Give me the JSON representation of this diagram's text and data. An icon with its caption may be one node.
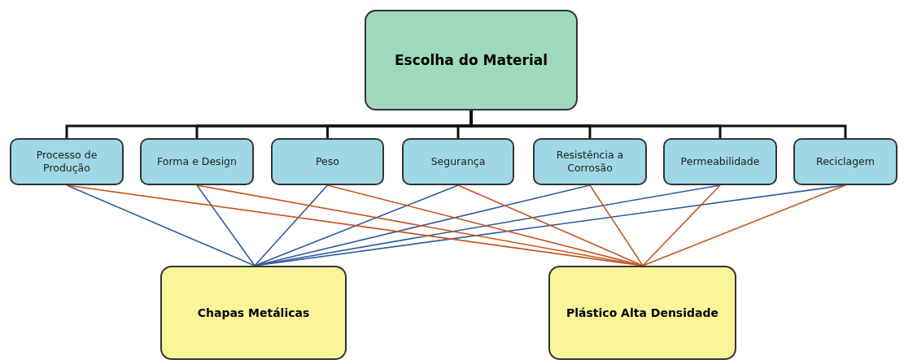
{
  "diagram": {
    "nodes": [
      {
        "text": [
          "Escolha do Material"
        ]
      },
      {
        "text": [
          "Processo de Produção"
        ]
      },
      {
        "text": [
          "Forma e Design"
        ]
      },
      {
        "text": [
          "Peso"
        ]
      },
      {
        "text": [
          "Segurança"
        ]
      },
      {
        "text": [
          "Resistência a Corrosão"
        ]
      },
      {
        "text": [
          "Permeabilidade"
        ]
      },
      {
        "text": [
          "Reciclagem"
        ]
      },
      {
        "text": [
          "Chapas Metálicas"
        ]
      },
      {
        "text": [
          "Plástico Alta Densidade"
        ]
      }
    ],
    "edges": [
      {
        "from": 0,
        "to": 1,
        "arrow": "none"
      },
      {
        "from": 0,
        "to": 2,
        "arrow": "none"
      },
      {
        "from": 0,
        "to": 3,
        "arrow": "none"
      },
      {
        "from": 0,
        "to": 4,
        "arrow": "none"
      },
      {
        "from": 0,
        "to": 5,
        "arrow": "none"
      },
      {
        "from": 0,
        "to": 6,
        "arrow": "none"
      },
      {
        "from": 0,
        "to": 7,
        "arrow": "none"
      },
      {
        "from": 1,
        "to": 8,
        "arrow": "none",
        "color": "#2f5c9c"
      },
      {
        "from": 2,
        "to": 8,
        "arrow": "none",
        "color": "#2f5c9c"
      },
      {
        "from": 3,
        "to": 8,
        "arrow": "none",
        "color": "#2f5c9c"
      },
      {
        "from": 4,
        "to": 8,
        "arrow": "none",
        "color": "#2f5c9c"
      },
      {
        "from": 5,
        "to": 8,
        "arrow": "none",
        "color": "#2f5c9c"
      },
      {
        "from": 6,
        "to": 8,
        "arrow": "none",
        "color": "#2f5c9c"
      },
      {
        "from": 7,
        "to": 8,
        "arrow": "none",
        "color": "#2f5c9c"
      },
      {
        "from": 1,
        "to": 9,
        "arrow": "none",
        "color": "#c8541e"
      },
      {
        "from": 2,
        "to": 9,
        "arrow": "none",
        "color": "#c8541e"
      },
      {
        "from": 3,
        "to": 9,
        "arrow": "none",
        "color": "#c8541e"
      },
      {
        "from": 4,
        "to": 9,
        "arrow": "none",
        "color": "#c8541e"
      },
      {
        "from": 5,
        "to": 9,
        "arrow": "none",
        "color": "#c8541e"
      },
      {
        "from": 6,
        "to": 9,
        "arrow": "none",
        "color": "#c8541e"
      },
      {
        "from": 7,
        "to": 9,
        "arrow": "none",
        "color": "#c8541e"
      }
    ]
  }
}
